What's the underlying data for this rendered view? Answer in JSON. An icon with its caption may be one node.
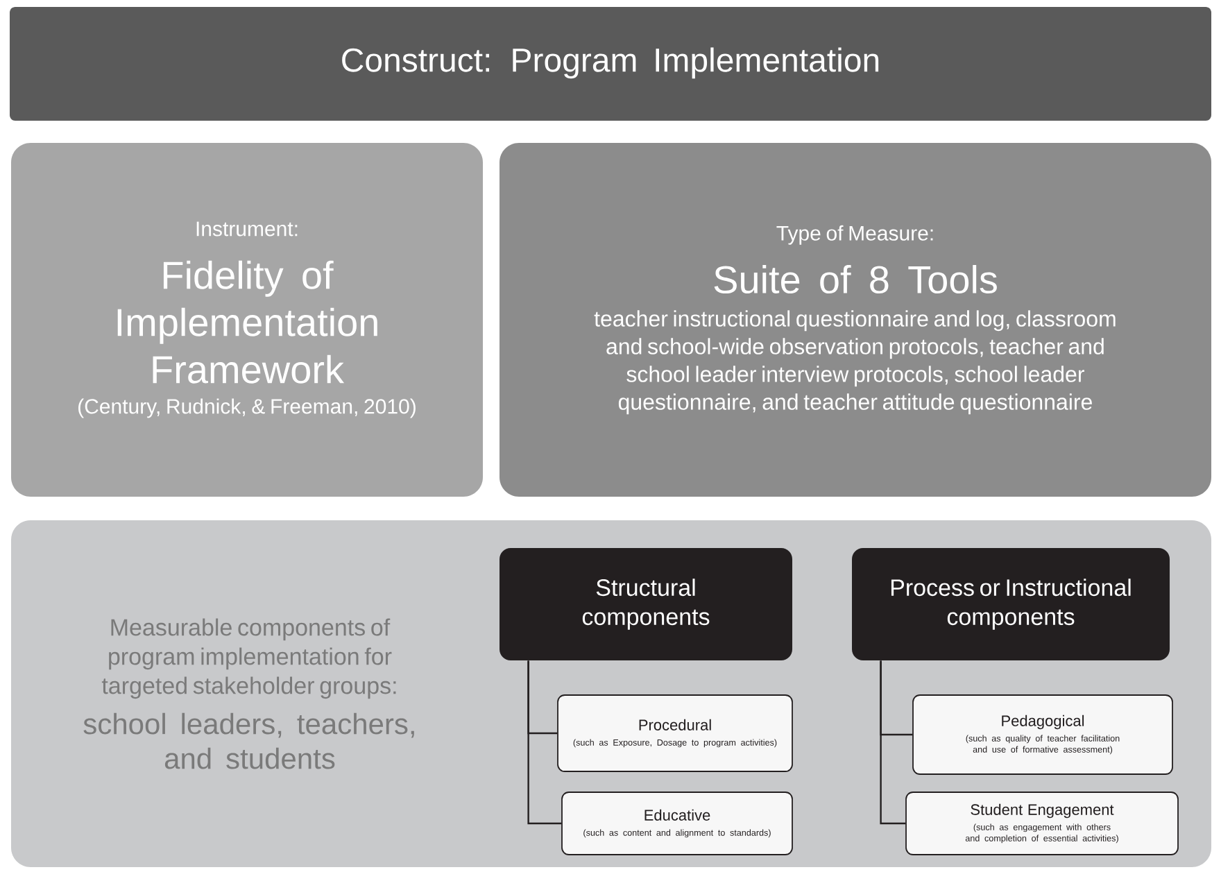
{
  "diagram": {
    "title": "Construct: Program Implementation",
    "nodes": [
      {
        "text": [
          "Instrument:",
          "Fidelity of Implementation Framework",
          "(Century, Rudnick, & Freeman, 2010)"
        ]
      },
      {
        "text": [
          "Type of Measure:",
          "Suite of 8 Tools",
          "teacher instructional questionnaire and log, classroom and school-wide observation protocols, teacher and school leader interview protocols, school leader questionnaire, and teacher attitude questionnaire"
        ]
      },
      {
        "text": [
          "Measurable components of program implementation for targeted stakeholder groups:",
          "school leaders, teachers, and students"
        ]
      },
      {
        "text": [
          "Structural components"
        ],
        "in": 2
      },
      {
        "text": [
          "Procedural",
          "(such as Exposure, Dosage to program activities)"
        ],
        "in": 2
      },
      {
        "text": [
          "Educative",
          "(such as content and alignment to standards)"
        ],
        "in": 2
      },
      {
        "text": [
          "Process or Instructional components"
        ],
        "in": 2
      },
      {
        "text": [
          "Pedagogical",
          "(such as quality of teacher facilitation and use of formative assessment)"
        ],
        "in": 2
      },
      {
        "text": [
          "Student Engagement",
          "(such as engagement with others and completion of essential activities)"
        ],
        "in": 2
      }
    ],
    "edges": [
      {
        "from": 3,
        "to": 4,
        "arrow": "none"
      },
      {
        "from": 3,
        "to": 5,
        "arrow": "none"
      },
      {
        "from": 6,
        "to": 7,
        "arrow": "none"
      },
      {
        "from": 6,
        "to": 8,
        "arrow": "none"
      }
    ]
  }
}
